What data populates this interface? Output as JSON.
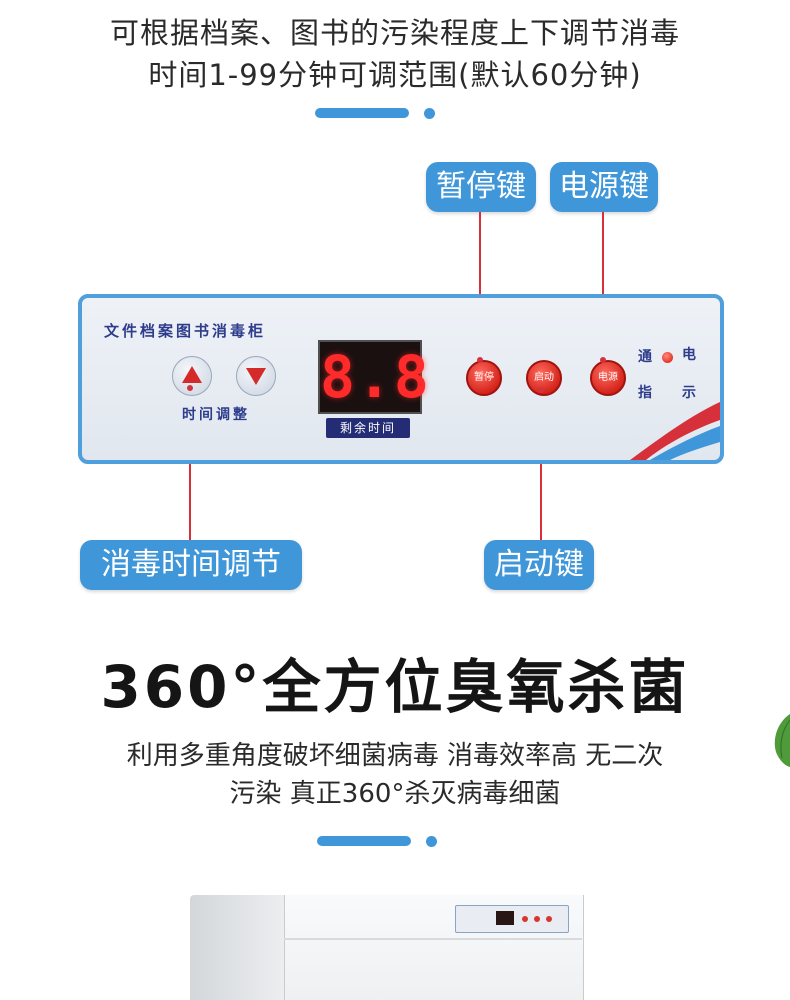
{
  "intro": {
    "line1": "可根据档案、图书的污染程度上下调节消毒",
    "line2": "时间1-99分钟可调范围(默认60分钟)"
  },
  "callouts": {
    "pause": "暂停键",
    "power": "电源键",
    "time_adjust": "消毒时间调节",
    "start": "启动键"
  },
  "panel": {
    "title": "文件档案图书消毒柜",
    "time_adjust_label": "时间调整",
    "display_value": "8.8",
    "display_label": "剩余时间",
    "buttons": {
      "pause": "暂停",
      "start": "启动",
      "power": "电源"
    },
    "power_indicator": {
      "c1": "通",
      "c2": "电",
      "c3": "指",
      "c4": "示"
    }
  },
  "headline": "360°全方位臭氧杀菌",
  "body": {
    "line1": "利用多重角度破坏细菌病毒 消毒效率高 无二次",
    "line2": "污染 真正360°杀灭病毒细菌"
  },
  "colors": {
    "accent": "#3f96d9",
    "leader": "#d6303b",
    "display_red": "#ff2a2a",
    "panel_text": "#2e3c8c"
  }
}
